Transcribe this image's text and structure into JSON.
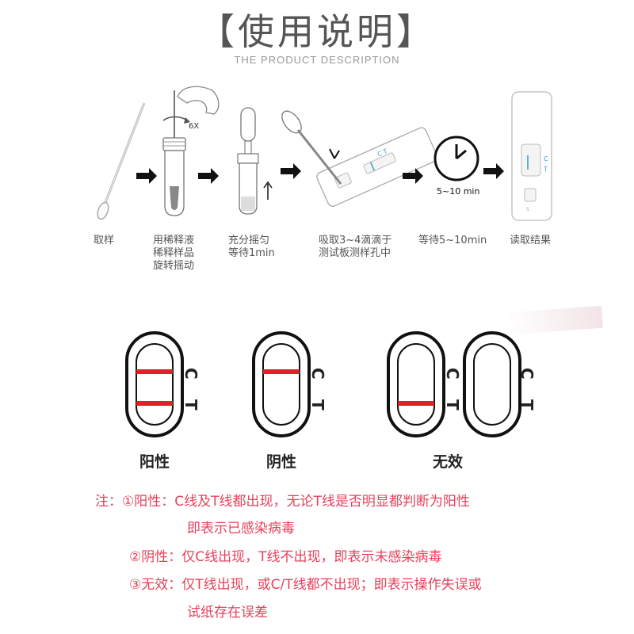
{
  "header": {
    "title": "【使用说明】",
    "subtitle": "THE PRODUCT DESCRIPTION"
  },
  "steps": [
    {
      "caption": [
        "取样"
      ]
    },
    {
      "caption": [
        "用稀释液",
        "稀释样品",
        "旋转摇动"
      ],
      "mark": "6X"
    },
    {
      "caption": [
        "充分摇匀",
        "等待1min"
      ]
    },
    {
      "caption": [
        "吸取3~4滴滴于",
        "测试板测样孔中"
      ]
    },
    {
      "caption": [
        "等待5~10min"
      ],
      "mark": "5~10 min"
    },
    {
      "caption": [
        "读取结果"
      ]
    }
  ],
  "cassette_letters": {
    "c": "C",
    "t": "T",
    "s": "S"
  },
  "results": [
    {
      "label": "阳性",
      "c_line": true,
      "t_line": true
    },
    {
      "label": "阴性",
      "c_line": true,
      "t_line": false
    },
    {
      "label": "无效",
      "c_line": false,
      "t_line": true
    }
  ],
  "result_line_color": "#e0202a",
  "strip_letters": {
    "c": "C",
    "t": "T"
  },
  "notes": [
    "注：①阳性：C线及T线都出现，无论T线是否明显都判断为阳性",
    "即表示已感染病毒",
    "②阴性：仅C线出现，T线不出现，即表示未感染病毒",
    "③无效：仅T线出现，或C/T线都不出现；即表示操作失误或",
    "试纸存在误差"
  ],
  "note_color": "#e8405a"
}
